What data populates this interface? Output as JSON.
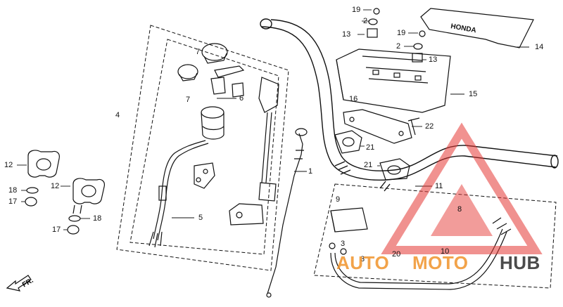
{
  "callouts": {
    "c1": "1",
    "c2a": "2",
    "c2b": "2",
    "c3a": "3",
    "c3b": "3",
    "c4": "4",
    "c5": "5",
    "c6": "6",
    "c7a": "7",
    "c7b": "7",
    "c8": "8",
    "c9": "9",
    "c10": "10",
    "c11": "11",
    "c12a": "12",
    "c12b": "12",
    "c13a": "13",
    "c13b": "13",
    "c14": "14",
    "c15": "15",
    "c16": "16",
    "c17a": "17",
    "c17b": "17",
    "c18a": "18",
    "c18b": "18",
    "c19a": "19",
    "c19b": "19",
    "c20": "20",
    "c21a": "21",
    "c21b": "21",
    "c22": "22"
  },
  "direction_label": "FR.",
  "cover_brand": "HONDA",
  "watermark": {
    "word_1": "AUTO",
    "word_2": "MOTO",
    "word_3": "HUB",
    "color_main": "#f0932b",
    "color_secondary": "#2c2c2c",
    "triangle_color": "#e53935"
  }
}
